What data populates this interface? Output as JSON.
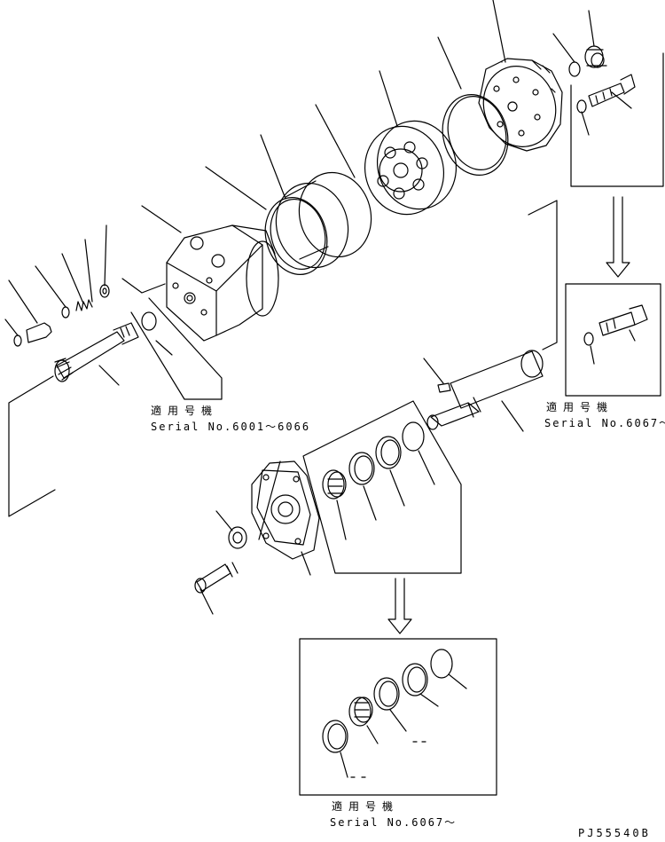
{
  "notes": {
    "upper_left": {
      "applicable_models": "適用号機",
      "serial": "Serial No.6001～6066"
    },
    "upper_right": {
      "applicable_models": "適用号機",
      "serial": "Serial No.6067～"
    },
    "bottom": {
      "applicable_models": "適用号機",
      "serial": "Serial No.6067～"
    }
  },
  "drawing_number": "PJ55540B",
  "colors": {
    "line": "#000000",
    "background": "#ffffff"
  }
}
